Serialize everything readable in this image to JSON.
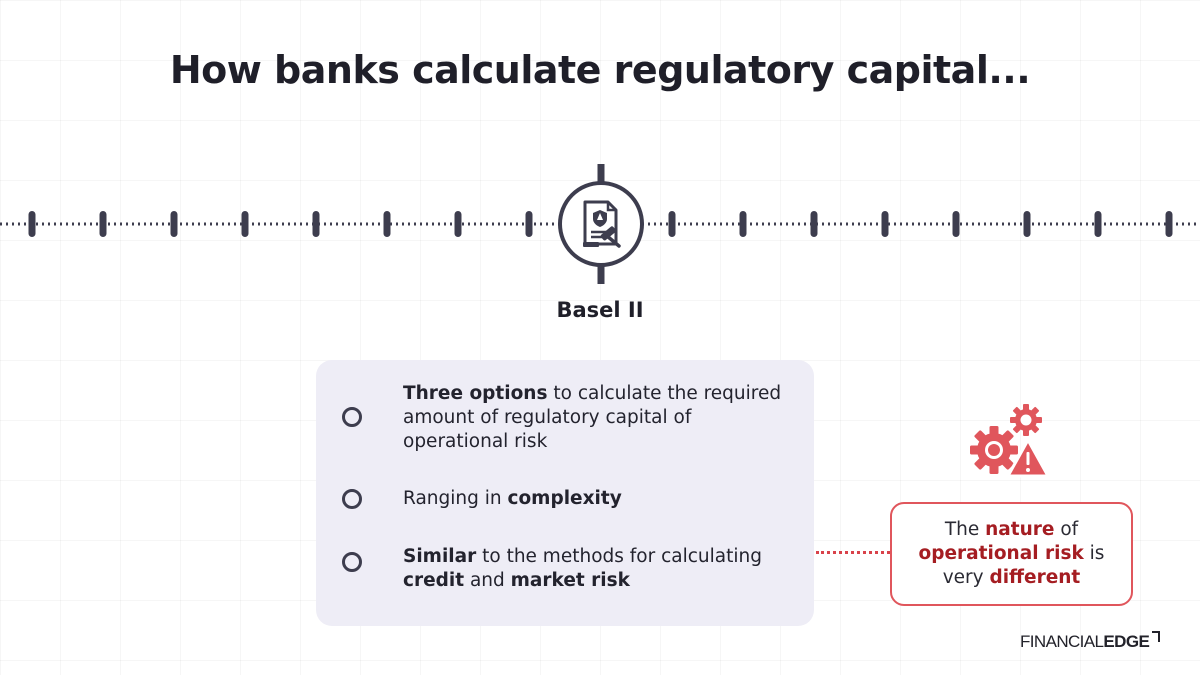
{
  "title": "How banks calculate regulatory capital...",
  "timeline": {
    "label": "Basel II",
    "center_icon": "legal-document-gavel-icon"
  },
  "card": {
    "items": [
      {
        "icon": "radio-circle-icon",
        "parts": [
          {
            "text": "Three options",
            "bold": true
          },
          {
            "text": " to calculate the required amount of regulatory capital of operational risk",
            "bold": false
          }
        ]
      },
      {
        "icon": "radio-circle-icon",
        "parts": [
          {
            "text": "Ranging in ",
            "bold": false
          },
          {
            "text": "complexity",
            "bold": true
          }
        ]
      },
      {
        "icon": "radio-circle-icon",
        "parts": [
          {
            "text": "Similar",
            "bold": true
          },
          {
            "text": " to the methods for calculating ",
            "bold": false
          },
          {
            "text": "credit",
            "bold": true
          },
          {
            "text": " and ",
            "bold": false
          },
          {
            "text": "market risk",
            "bold": true
          }
        ]
      }
    ]
  },
  "callout": {
    "icon": "gears-warning-icon",
    "parts": [
      {
        "text": "The ",
        "bold": false
      },
      {
        "text": "nature",
        "bold": true
      },
      {
        "text": " of ",
        "bold": false
      },
      {
        "text": "operational risk",
        "bold": true
      },
      {
        "text": " is very ",
        "bold": false
      },
      {
        "text": "different",
        "bold": true
      }
    ]
  },
  "logo": {
    "part1": "FINANCIAL",
    "part2": "EDGE"
  },
  "colors": {
    "dark": "#3d3d4e",
    "card_bg": "#eeedf6",
    "accent_red": "#e0565c",
    "bold_red": "#a51d22"
  }
}
